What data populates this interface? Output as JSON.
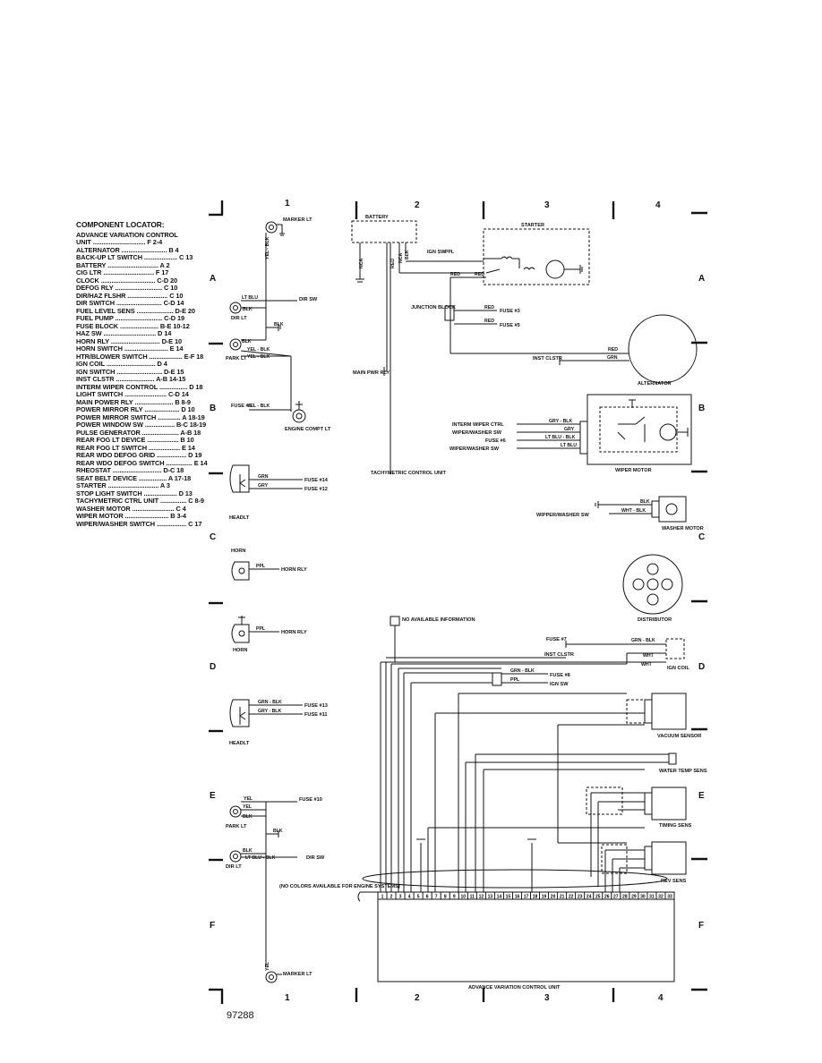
{
  "grid": {
    "columns": [
      "1",
      "2",
      "3",
      "4"
    ],
    "rows": [
      "A",
      "B",
      "C",
      "D",
      "E",
      "F"
    ]
  },
  "locator": {
    "title": "COMPONENT LOCATOR:",
    "entries": [
      "ADVANCE VARIATION CONTROL",
      "  UNIT .............................. F 2-4",
      "ALTERNATOR .......................... B 4",
      "BACK-UP LT SWITCH ................... C 13",
      "BATTERY ............................. A 2",
      "CIG LTR ............................. F 17",
      "CLOCK ............................... C-D 20",
      "DEFOG RLY ........................... C 10",
      "DIR/HAZ FLSHR ....................... C 10",
      "DIR SWITCH .......................... C-D 14",
      "FUEL LEVEL SENS ..................... D-E 20",
      "FUEL PUMP ........................... C-D 19",
      "FUSE BLOCK ...................... B-E 10-12",
      "HAZ SW .............................. D 14",
      "HORN RLY ............................ D-E 10",
      "HORN SWITCH ......................... E 14",
      "HTR/BLOWER SWITCH ................... E-F 18",
      "IGN COIL ............................ D 4",
      "IGN SWITCH .......................... D-E 15",
      "INST CLSTR ...................... A-B 14-15",
      "INTERM WIPER CONTROL ................ D 18",
      "LIGHT SWITCH ........................ C-D 14",
      "MAIN POWER RLY ...................... B 8-9",
      "POWER MIRROR RLY .................... D 10",
      "POWER MIRROR SWITCH ............. A 18-19",
      "POWER WINDOW SW ................. B-C 18-19",
      "PULSE GENERATOR ..................... A-B 18",
      "REAR FOG LT DEVICE .................. B 10",
      "REAR FOG LT SWITCH .................. E 14",
      "REAR WDO DEFOG GRID ................. D 19",
      "REAR WDO DEFOG SWITCH ............... E 14",
      "RHEOSTAT ............................ D-C 18",
      "SEAT BELT DEVICE ................ A 17-18",
      "STARTER ............................. A 3",
      "STOP LIGHT SWITCH ................... D 13",
      "TACHYMETRIC CTRL UNIT ............... C 8-9",
      "WASHER MOTOR ........................ C 4",
      "WIPER MOTOR ......................... B 3-4",
      "WIPER/WASHER SWITCH ................. C 17"
    ]
  },
  "components": {
    "marker_lt_top": "MARKER LT",
    "dir_lt_top": "DIR LT",
    "dir_sw_top": "DIR SW",
    "park_lt_top": "PARK LT",
    "fuse9": "FUSE #9",
    "engine_compt_lt": "ENGINE COMPT LT",
    "headlt_top": "HEADLT",
    "fuse14": "FUSE #14",
    "fuse12": "FUSE #12",
    "horn_top": "HORN",
    "horn_rly_top": "HORN RLY",
    "horn_bottom": "HORN",
    "horn_rly_bottom": "HORN RLY",
    "headlt_bottom": "HEADLT",
    "fuse13": "FUSE #13",
    "fuse11": "FUSE #11",
    "fuse10": "FUSE #10",
    "park_lt_bottom": "PARK LT",
    "dir_lt_bottom": "DIR LT",
    "dir_sw_bottom": "DIR SW",
    "no_colors": "(NO COLORS AVAILABLE FOR ENGINE SYSTEMS)",
    "marker_lt_bottom": "MARKER LT",
    "battery": "BATTERY",
    "main_pwr_rly": "MAIN PWR RLY",
    "tachymetric": "TACHYMETRIC CONTROL UNIT",
    "starter": "STARTER",
    "ign_sw": "IGN SW",
    "junction_block": "JUNCTION BLOCK",
    "fuse3": "FUSE #3",
    "fuse5": "FUSE #5",
    "inst_clstr": "INST CLSTR",
    "alternator": "ALTERNATOR",
    "interm_wiper_ctrl": "INTERM WIPER CTRL",
    "wiper_washer_sw": "WIPER/WASHER SW",
    "fuse6": "FUSE #6",
    "wiper_washer_sw2": "WIPER/WASHER SW",
    "wiper_motor": "WIPER MOTOR",
    "wipper_washer_sw": "WIPPER/WASHER SW",
    "washer_motor": "WASHER MOTOR",
    "distributor": "DISTRIBUTOR",
    "no_info": "NO AVAILABLE INFORMATION",
    "fuse7": "FUSE #7",
    "inst_clstr2": "INST CLSTR",
    "ign_coil": "IGN COIL",
    "fuse8": "FUSE #8",
    "ign_sw2": "IGN SW",
    "vacuum_sensor": "VACUUM SENSOR",
    "water_temp_sens": "WATER TEMP SENS",
    "timing_sens": "TIMING SENS",
    "rev_sens": "REV SENS",
    "avcu": "ADVANCE VARIATION CONTROL UNIT"
  },
  "wires": {
    "yel_blk": "YEL - BLK",
    "lt_blu": "LT BLU",
    "blk": "BLK",
    "grn": "GRN",
    "gry": "GRY",
    "ppl": "PPL",
    "grn_blk": "GRN - BLK",
    "gry_blk": "GRY - BLK",
    "yel": "YEL",
    "lt_blu_blk": "LT BLU - BLK",
    "nca": "NCA",
    "red": "RED",
    "wht_blk": "WHT - BLK",
    "wht": "WHT"
  },
  "footer_code": "97288"
}
